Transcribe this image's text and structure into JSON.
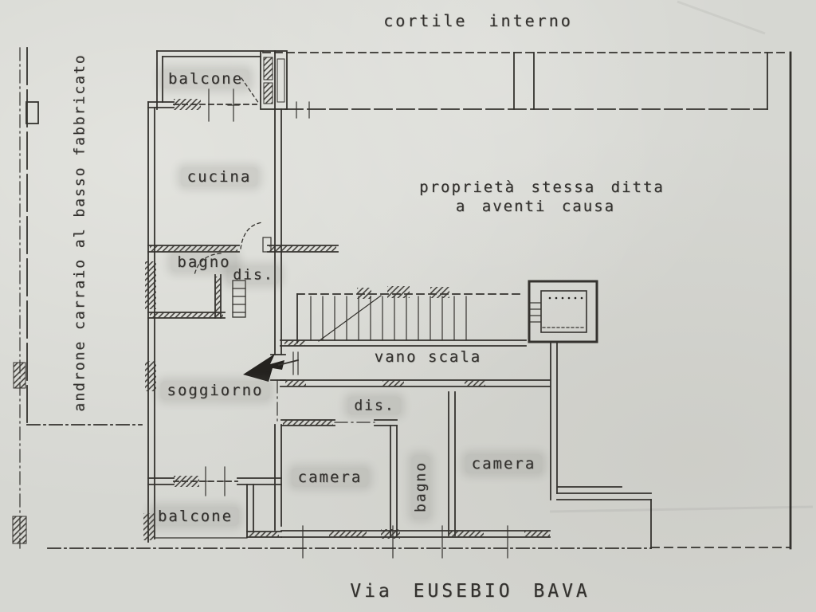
{
  "plan": {
    "title_top": "cortile interno",
    "street_label": "Via EUSEBIO BAVA",
    "left_margin_label": "androne carraio al basso fabbricato",
    "property_note": {
      "line1": "proprietà stessa ditta",
      "line2": "a aventi causa"
    },
    "rooms": {
      "balcone_top": "balcone",
      "cucina": "cucina",
      "bagno_top": "bagno",
      "dis_top": "dis.",
      "soggiorno": "soggiorno",
      "vano_scala": "vano scala",
      "dis_bottom": "dis.",
      "camera_bottom_left": "camera",
      "bagno_bottom": "bagno",
      "camera_bottom_right": "camera",
      "balcone_bottom": "balcone"
    },
    "colors": {
      "paper": "#d6d7d2",
      "ink": "#34322e",
      "label_highlight": "rgba(105,105,98,0.16)"
    }
  }
}
